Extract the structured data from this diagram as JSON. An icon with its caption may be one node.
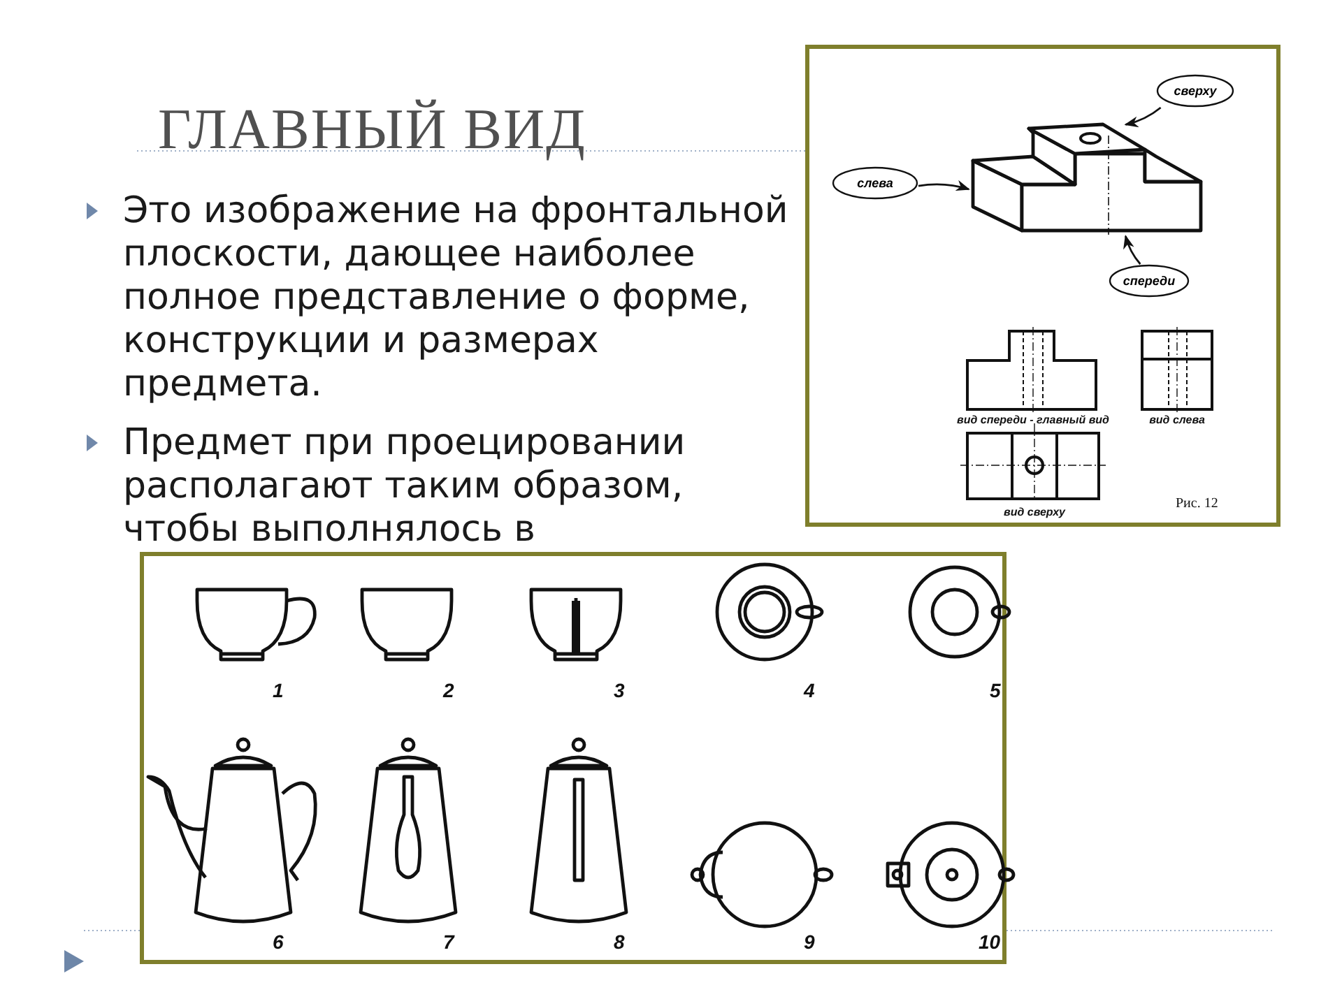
{
  "diagram": {
    "title": "ГЛАВНЫЙ ВИД",
    "nodes": [
      {
        "text": [
          "сверху"
        ]
      },
      {
        "text": [
          "слева"
        ]
      },
      {
        "text": [
          "спереди"
        ]
      },
      {
        "text": [],
        "shape": "picture"
      }
    ],
    "edges": [
      {
        "from": 0,
        "to": 3,
        "arrow": "to"
      },
      {
        "from": 1,
        "to": 3,
        "arrow": "to"
      },
      {
        "from": 2,
        "to": 3,
        "arrow": "to"
      }
    ],
    "labels": [
      "Это изображение на фронтальной плоскости, дающее наиболее полное представление о форме, конструкции и размерах предмета.",
      "Предмет при проецировании располагают таким образом, чтобы выполнялось в",
      "вид спереди - главный вид",
      "вид слева",
      "вид сверху",
      "Рис. 12",
      "1",
      "2",
      "3",
      "4",
      "5",
      "6",
      "7",
      "8",
      "9",
      "10"
    ]
  }
}
